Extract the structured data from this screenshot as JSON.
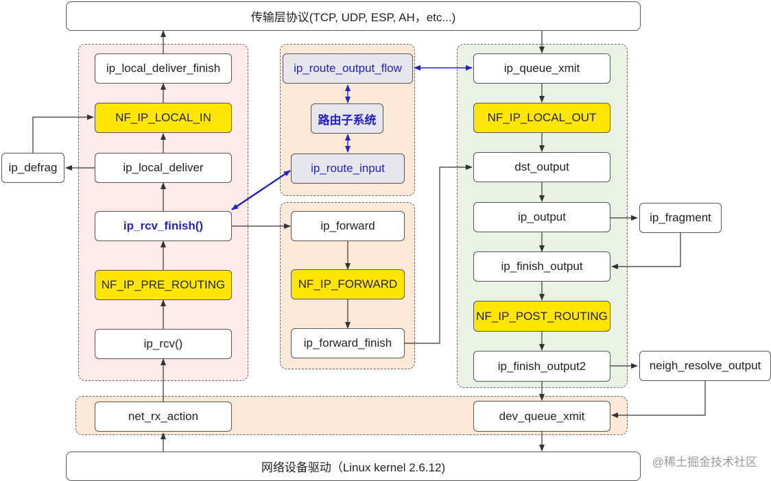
{
  "top_box": "传输层协议(TCP, UDP, ESP, AH，etc...)",
  "bottom_box": "网络设备驱动（Linux kernel 2.6.12)",
  "watermark": "@稀土掘金技术社区",
  "nodes": {
    "ip_local_deliver_finish": "ip_local_deliver_finish",
    "nf_ip_local_in": "NF_IP_LOCAL_IN",
    "ip_local_deliver": "ip_local_deliver",
    "ip_defrag": "ip_defrag",
    "ip_rcv_finish": "ip_rcv_finish()",
    "nf_ip_pre_routing": "NF_IP_PRE_ROUTING",
    "ip_rcv": "ip_rcv()",
    "net_rx_action": "net_rx_action",
    "ip_route_output_flow": "ip_route_output_flow",
    "routing_subsystem": "路由子系统",
    "ip_route_input": "ip_route_input",
    "ip_forward": "ip_forward",
    "nf_ip_forward": "NF_IP_FORWARD",
    "ip_forward_finish": "ip_forward_finish",
    "ip_queue_xmit": "ip_queue_xmit",
    "nf_ip_local_out": "NF_IP_LOCAL_OUT",
    "dst_output": "dst_output",
    "ip_output": "ip_output",
    "ip_fragment": "ip_fragment",
    "ip_finish_output": "ip_finish_output",
    "nf_ip_post_routing": "NF_IP_POST_ROUTING",
    "ip_finish_output2": "ip_finish_output2",
    "neigh_resolve_output": "neigh_resolve_output",
    "dev_queue_xmit": "dev_queue_xmit"
  },
  "colors": {
    "hook_yellow": "#ffe600",
    "routing_blue": "#2222cc",
    "input_group": "#fdeaea",
    "forward_group": "#fce8d6",
    "output_group": "#eaf2e6"
  }
}
